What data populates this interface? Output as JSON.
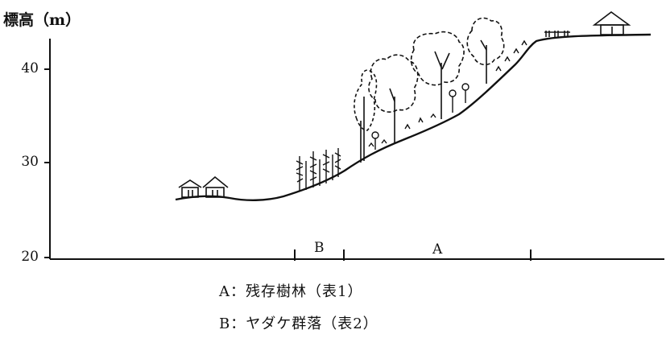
{
  "axis": {
    "title": "標高（m）",
    "ticks": [
      {
        "value": 40,
        "label": "40"
      },
      {
        "value": 30,
        "label": "30"
      },
      {
        "value": 20,
        "label": "20"
      }
    ]
  },
  "zones": {
    "b": "B",
    "a": "A"
  },
  "legend": {
    "line_a": "A：残存樹林（表1）",
    "line_b": "B：ヤダケ群落（表2）"
  }
}
